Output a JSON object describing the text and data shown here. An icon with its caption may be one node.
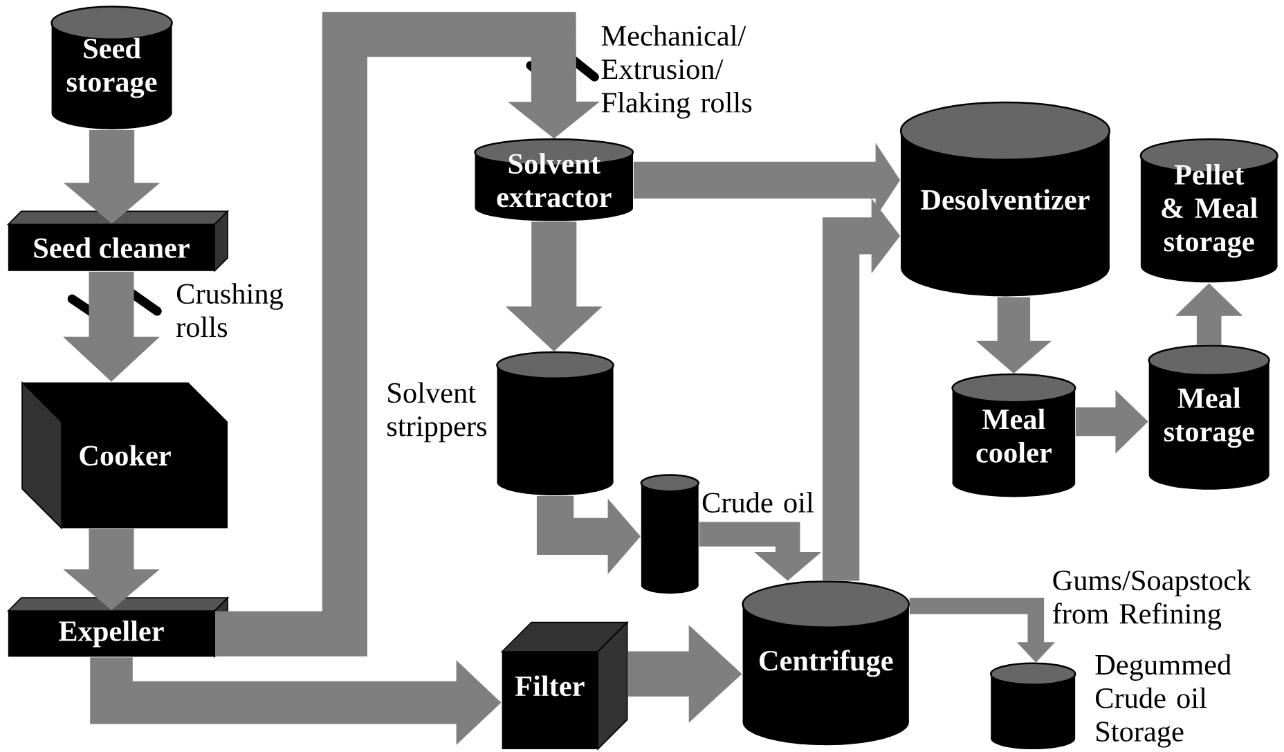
{
  "diagram": {
    "nodes": [
      {
        "text": [
          "Seed storage"
        ]
      },
      {
        "text": [
          "Seed cleaner"
        ]
      },
      {
        "text": [
          "Cooker"
        ]
      },
      {
        "text": [
          "Expeller"
        ]
      },
      {
        "text": [
          "Solvent extractor"
        ]
      },
      {
        "text": [],
        "shape": "cylinder",
        "beside": [
          "Solvent strippers"
        ]
      },
      {
        "text": [],
        "shape": "cylinder",
        "beside": [
          "Crude oil"
        ]
      },
      {
        "text": [
          "Desolventizer"
        ]
      },
      {
        "text": [
          "Pellet & Meal storage"
        ]
      },
      {
        "text": [
          "Meal cooler"
        ]
      },
      {
        "text": [
          "Meal storage"
        ]
      },
      {
        "text": [
          "Filter"
        ]
      },
      {
        "text": [
          "Centrifuge"
        ]
      },
      {
        "text": [],
        "shape": "cylinder",
        "beside": [
          "Degummed Crude oil Storage"
        ]
      }
    ],
    "edges": [
      {
        "from": 0,
        "to": 1,
        "arrow": "to"
      },
      {
        "from": 1,
        "to": 2,
        "arrow": "to"
      },
      {
        "from": 2,
        "to": 3,
        "arrow": "to"
      },
      {
        "from": 3,
        "to": 4,
        "arrow": "to"
      },
      {
        "from": 3,
        "to": 11,
        "arrow": "to"
      },
      {
        "from": 4,
        "to": 7,
        "arrow": "to"
      },
      {
        "from": 4,
        "to": 5,
        "arrow": "to"
      },
      {
        "from": 5,
        "to": 6,
        "arrow": "to"
      },
      {
        "from": 6,
        "to": 12,
        "arrow": "to"
      },
      {
        "from": 11,
        "to": 12,
        "arrow": "to"
      },
      {
        "from": 12,
        "to": 7,
        "arrow": "to"
      },
      {
        "from": 7,
        "to": 9,
        "arrow": "to"
      },
      {
        "from": 9,
        "to": 10,
        "arrow": "to"
      },
      {
        "from": 10,
        "to": 8,
        "arrow": "to"
      },
      {
        "from": 12,
        "to": 13,
        "arrow": "to"
      }
    ],
    "labels": [
      "Mechanical/ Extrusion/ Flaking rolls",
      "Crushing rolls",
      "Gums/Soapstock from Refining"
    ]
  }
}
